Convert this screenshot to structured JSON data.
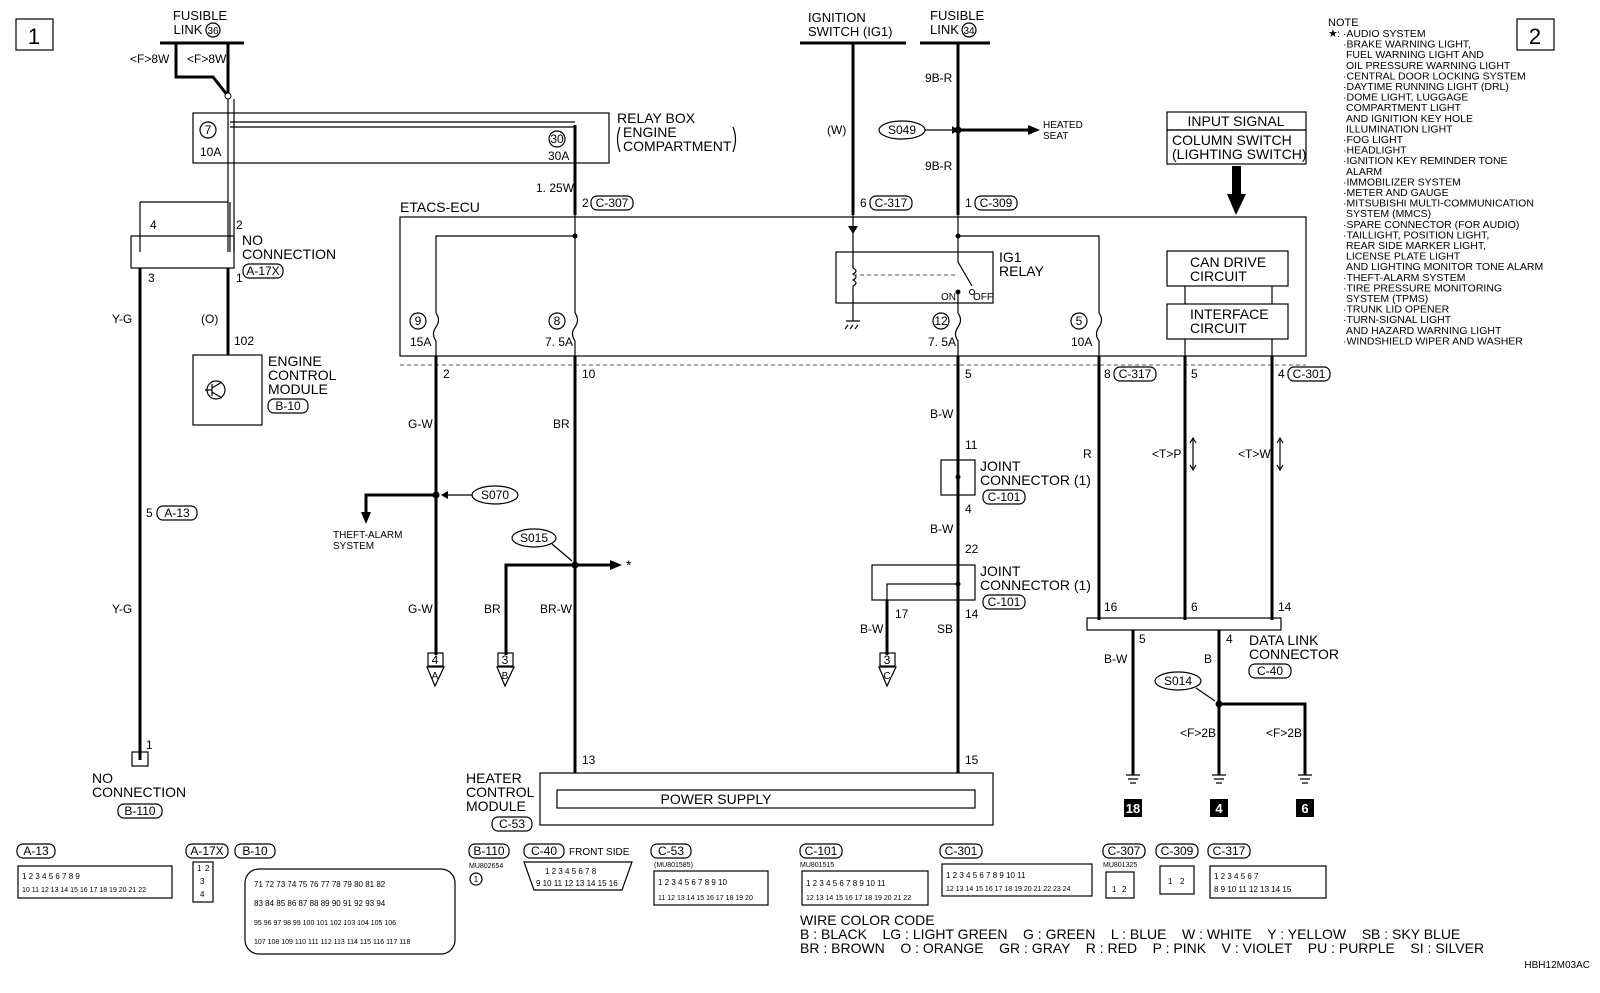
{
  "page": {
    "section_left": "1",
    "section_right": "2",
    "figure_id": "HBH12M03AC"
  },
  "sources": {
    "fusible_link_36": [
      "FUSIBLE",
      "LINK"
    ],
    "fusible_link_36_num": "36",
    "fusible_link_34": [
      "FUSIBLE",
      "LINK"
    ],
    "fusible_link_34_num": "34",
    "ignition_switch": [
      "IGNITION",
      "SWITCH (IG1)"
    ],
    "f8w_left": "<F>8W",
    "f8w_right": "<F>8W"
  },
  "relay_box": {
    "title": [
      "RELAY BOX",
      "ENGINE",
      "COMPARTMENT"
    ],
    "fuse7_num": "7",
    "fuse7_rating": "10A",
    "fuse30_num": "30",
    "fuse30_rating": "30A"
  },
  "wires": {
    "w125": "1. 25W",
    "w_w": "(W)",
    "w_o": "(O)",
    "w_9br_top": "9B-R",
    "w_9br_bot": "9B-R",
    "yg_top": "Y-G",
    "yg_bot": "Y-G",
    "gw_top": "G-W",
    "gw_bot": "G-W",
    "br_top": "BR",
    "br_left": "BR",
    "brw": "BR-W",
    "bw_1": "B-W",
    "bw_2": "B-W",
    "bw_3": "B-W",
    "bw_4": "B-W",
    "sb": "SB",
    "r": "R",
    "tp": "<T>P",
    "tw": "<T>W",
    "b": "B",
    "f2b_left": "<F>2B",
    "f2b_right": "<F>2B"
  },
  "ecu": {
    "title": "ETACS-ECU",
    "fuse9": "9",
    "fuse9_rating": "15A",
    "fuse8": "8",
    "fuse8_rating": "7. 5A",
    "fuse12": "12",
    "fuse12_rating": "7. 5A",
    "fuse5": "5",
    "fuse5_rating": "10A",
    "ig1_relay": [
      "IG1",
      "RELAY"
    ],
    "ig1_on": "ON",
    "ig1_off": "OFF",
    "can_drive": [
      "CAN DRIVE",
      "CIRCUIT"
    ],
    "interface": [
      "INTERFACE",
      "CIRCUIT"
    ]
  },
  "input_signal": {
    "title": "INPUT SIGNAL",
    "body": [
      "COLUMN SWITCH",
      "(LIGHTING SWITCH)"
    ]
  },
  "connectors": {
    "c307": "C-307",
    "c317a": "C-317",
    "c309": "C-309",
    "c317b": "C-317",
    "c301": "C-301",
    "a17x": "A-17X",
    "b10": "B-10",
    "a13": "A-13",
    "b110": "B-110",
    "c101a": "C-101",
    "c101b": "C-101",
    "c40": "C-40",
    "c53": "C-53"
  },
  "pins": {
    "p2_c307": "2",
    "p6_c317": "6",
    "p1_c309": "1",
    "p4": "4",
    "p2": "2",
    "p3": "3",
    "p1": "1",
    "p102": "102",
    "e2": "2",
    "e10": "10",
    "e5": "5",
    "e8": "8",
    "e5b": "5",
    "e4": "4",
    "a13_5": "5",
    "b110_1": "1",
    "jc_11": "11",
    "jc_4": "4",
    "jc_22": "22",
    "jc_17": "17",
    "jc_14": "14",
    "dl_16": "16",
    "dl_6": "6",
    "dl_14": "14",
    "dl_5": "5",
    "dl_4": "4",
    "hc_13": "13",
    "hc_15": "15"
  },
  "splices": {
    "s049": "S049",
    "s070": "S070",
    "s015": "S015",
    "s014": "S014"
  },
  "components": {
    "no_connection_top": [
      "NO",
      "CONNECTION"
    ],
    "engine_control": [
      "ENGINE",
      "CONTROL",
      "MODULE"
    ],
    "no_connection_bottom": [
      "NO",
      "CONNECTION"
    ],
    "joint_connector_1": [
      "JOINT",
      "CONNECTOR (1)"
    ],
    "joint_connector_2": [
      "JOINT",
      "CONNECTOR (1)"
    ],
    "data_link": [
      "DATA LINK",
      "CONNECTOR"
    ],
    "heater_control": [
      "HEATER",
      "CONTROL",
      "MODULE"
    ],
    "power_supply": "POWER SUPPLY",
    "heated_seat": [
      "HEATED",
      "SEAT"
    ],
    "theft_alarm": [
      "THEFT-ALARM",
      "SYSTEM"
    ],
    "star": "*"
  },
  "refs": {
    "r4a_num": "4",
    "r4a_letter": "A",
    "r3b_num": "3",
    "r3b_letter": "B",
    "r3c_num": "3",
    "r3c_letter": "C",
    "g18": "18",
    "g4": "4",
    "g6": "6"
  },
  "note": {
    "heading": "NOTE",
    "star": "★",
    "lines": [
      ": ·AUDIO SYSTEM",
      "·BRAKE WARNING LIGHT,",
      "FUEL WARNING LIGHT AND",
      "OIL PRESSURE WARNING LIGHT",
      "·CENTRAL DOOR LOCKING SYSTEM",
      "·DAYTIME RUNNING LIGHT (DRL)",
      "·DOME LIGHT, LUGGAGE",
      "COMPARTMENT LIGHT",
      "AND IGNITION KEY HOLE",
      "ILLUMINATION LIGHT",
      "·FOG LIGHT",
      "·HEADLIGHT",
      "·IGNITION KEY REMINDER TONE",
      "ALARM",
      "·IMMOBILIZER SYSTEM",
      "·METER AND GAUGE",
      "·MITSUBISHI MULTI-COMMUNICATION",
      "SYSTEM (MMCS)",
      "·SPARE CONNECTOR (FOR AUDIO)",
      "·TAILLIGHT, POSITION LIGHT,",
      "REAR SIDE MARKER LIGHT,",
      "LICENSE PLATE LIGHT",
      "AND LIGHTING MONITOR TONE ALARM",
      "·THEFT-ALARM SYSTEM",
      "·TIRE PRESSURE MONITORING",
      "SYSTEM (TPMS)",
      "·TRUNK LID OPENER",
      "·TURN-SIGNAL LIGHT",
      "AND HAZARD WARNING LIGHT",
      "·WINDSHIELD WIPER AND WASHER"
    ]
  },
  "connector_views": {
    "a13": {
      "label": "A-13",
      "row1": "1 2 3 4        5 6 7 8 9",
      "row2": "10 11 12 13 14 15 16 17 18 19 20 21 22"
    },
    "a17x": {
      "label": "A-17X",
      "pins": [
        "1",
        "2",
        "3",
        "4"
      ]
    },
    "b10": {
      "label": "B-10",
      "rows": [
        "71 72 73 74 75 76 77 78 79 80 81 82",
        "83 84 85 86 87 88 89 90 91 92 93 94",
        "95 96 97 98 99 100 101 102 103 104 105 106",
        "107 108 109 110 111 112 113 114 115 116 117 118"
      ]
    },
    "b110": {
      "label": "B-110",
      "part": "MU802654",
      "pin": "1"
    },
    "c40": {
      "label": "C-40",
      "caption": "FRONT SIDE",
      "row1": "1 2 3 4 5 6 7 8",
      "row2": "9 10 11 12 13 14 15 16"
    },
    "c53": {
      "label": "C-53",
      "part": "(MU801585)",
      "row1": "1 2 3 4 5 6 7 8 9 10",
      "row2": "11 12 13 14 15 16 17 18 19 20"
    },
    "c101": {
      "label": "C-101",
      "part": "MU801515",
      "row1": "1 2 3 4 5 6 7 8 9 10 11",
      "row2": "12 13 14 15 16 17 18 19 20 21 22"
    },
    "c301": {
      "label": "C-301",
      "row1": "1 2 3 4 5 6 7 8 9 10 11",
      "row2": "12 13 14 15 16 17 18 19 20 21 22 23 24"
    },
    "c307": {
      "label": "C-307",
      "part": "MU801325",
      "pins": [
        "1",
        "2"
      ]
    },
    "c309": {
      "label": "C-309",
      "pins": [
        "1",
        "2"
      ]
    },
    "c317": {
      "label": "C-317",
      "row1": "1 2 3 4        5 6 7",
      "row2": "8 9 10 11   12   13 14 15"
    }
  },
  "wire_color_code": {
    "title": "WIRE COLOR CODE",
    "row1": "B : BLACK    LG : LIGHT GREEN    G : GREEN    L : BLUE    W : WHITE    Y : YELLOW    SB : SKY BLUE",
    "row2": "BR : BROWN    O : ORANGE    GR : GRAY    R : RED    P : PINK    V : VIOLET    PU : PURPLE    SI : SILVER"
  }
}
